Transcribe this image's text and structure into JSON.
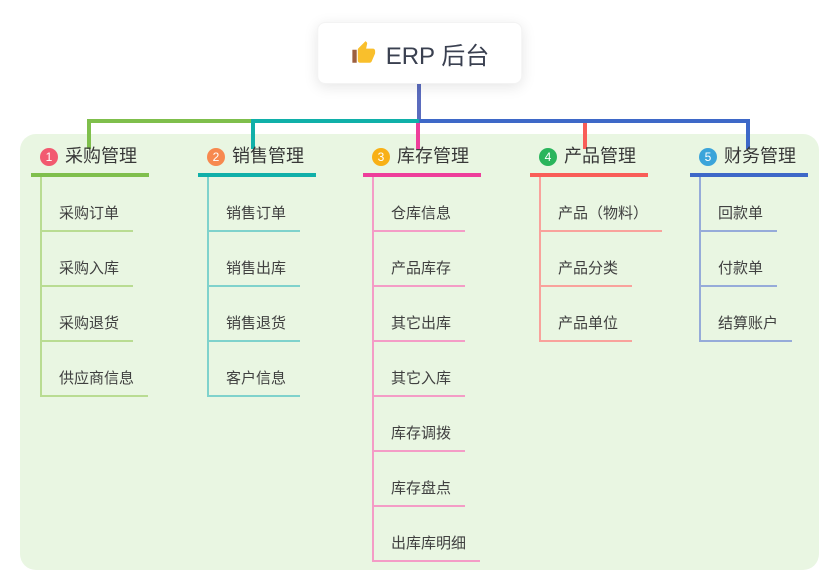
{
  "canvas": {
    "panel_background": "#e9f6e2",
    "page_background": "#ffffff",
    "root_line_color": "#5b6cbe"
  },
  "root": {
    "icon": "thumbs-up-icon",
    "title": "ERP 后台"
  },
  "branches": [
    {
      "badge": "1",
      "title": "采购管理",
      "color": "#7fbf4c",
      "light_color": "#b9dc92",
      "badge_color": "#f25a70",
      "children": [
        "采购订单",
        "采购入库",
        "采购退货",
        "供应商信息"
      ]
    },
    {
      "badge": "2",
      "title": "销售管理",
      "color": "#10b0a9",
      "light_color": "#7fd2cc",
      "badge_color": "#f7894f",
      "children": [
        "销售订单",
        "销售出库",
        "销售退货",
        "客户信息"
      ]
    },
    {
      "badge": "3",
      "title": "库存管理",
      "color": "#ee3e9b",
      "light_color": "#f49cc6",
      "badge_color": "#f8b016",
      "children": [
        "仓库信息",
        "产品库存",
        "其它出库",
        "其它入库",
        "库存调拨",
        "库存盘点",
        "出库库明细"
      ]
    },
    {
      "badge": "4",
      "title": "产品管理",
      "color": "#f95d58",
      "light_color": "#f9a29c",
      "badge_color": "#2ab55c",
      "children": [
        "产品（物料）",
        "产品分类",
        "产品单位"
      ]
    },
    {
      "badge": "5",
      "title": "财务管理",
      "color": "#3e68c8",
      "light_color": "#96abd9",
      "badge_color": "#3ba4da",
      "children": [
        "回款单",
        "付款单",
        "结算账户"
      ]
    }
  ]
}
